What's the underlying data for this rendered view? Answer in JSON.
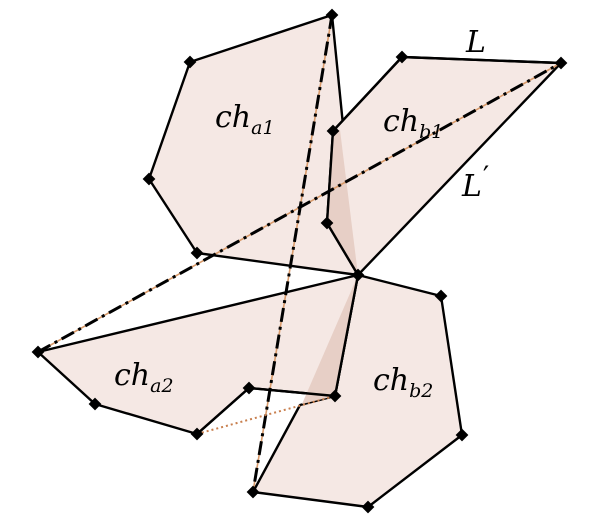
{
  "labels": {
    "ch_a1": {
      "main": "ch",
      "sub": "a1"
    },
    "ch_b1": {
      "main": "ch",
      "sub": "b1"
    },
    "ch_a2": {
      "main": "ch",
      "sub": "a2"
    },
    "ch_b2": {
      "main": "ch",
      "sub": "b2"
    },
    "line_L": "L",
    "line_L_prime": "L",
    "prime_mark": "′"
  },
  "colors": {
    "region_fill": "#f5e8e4",
    "overlap_fill": "#e7cfc6",
    "accent_line": "#d89a6a",
    "edge": "#000000"
  }
}
